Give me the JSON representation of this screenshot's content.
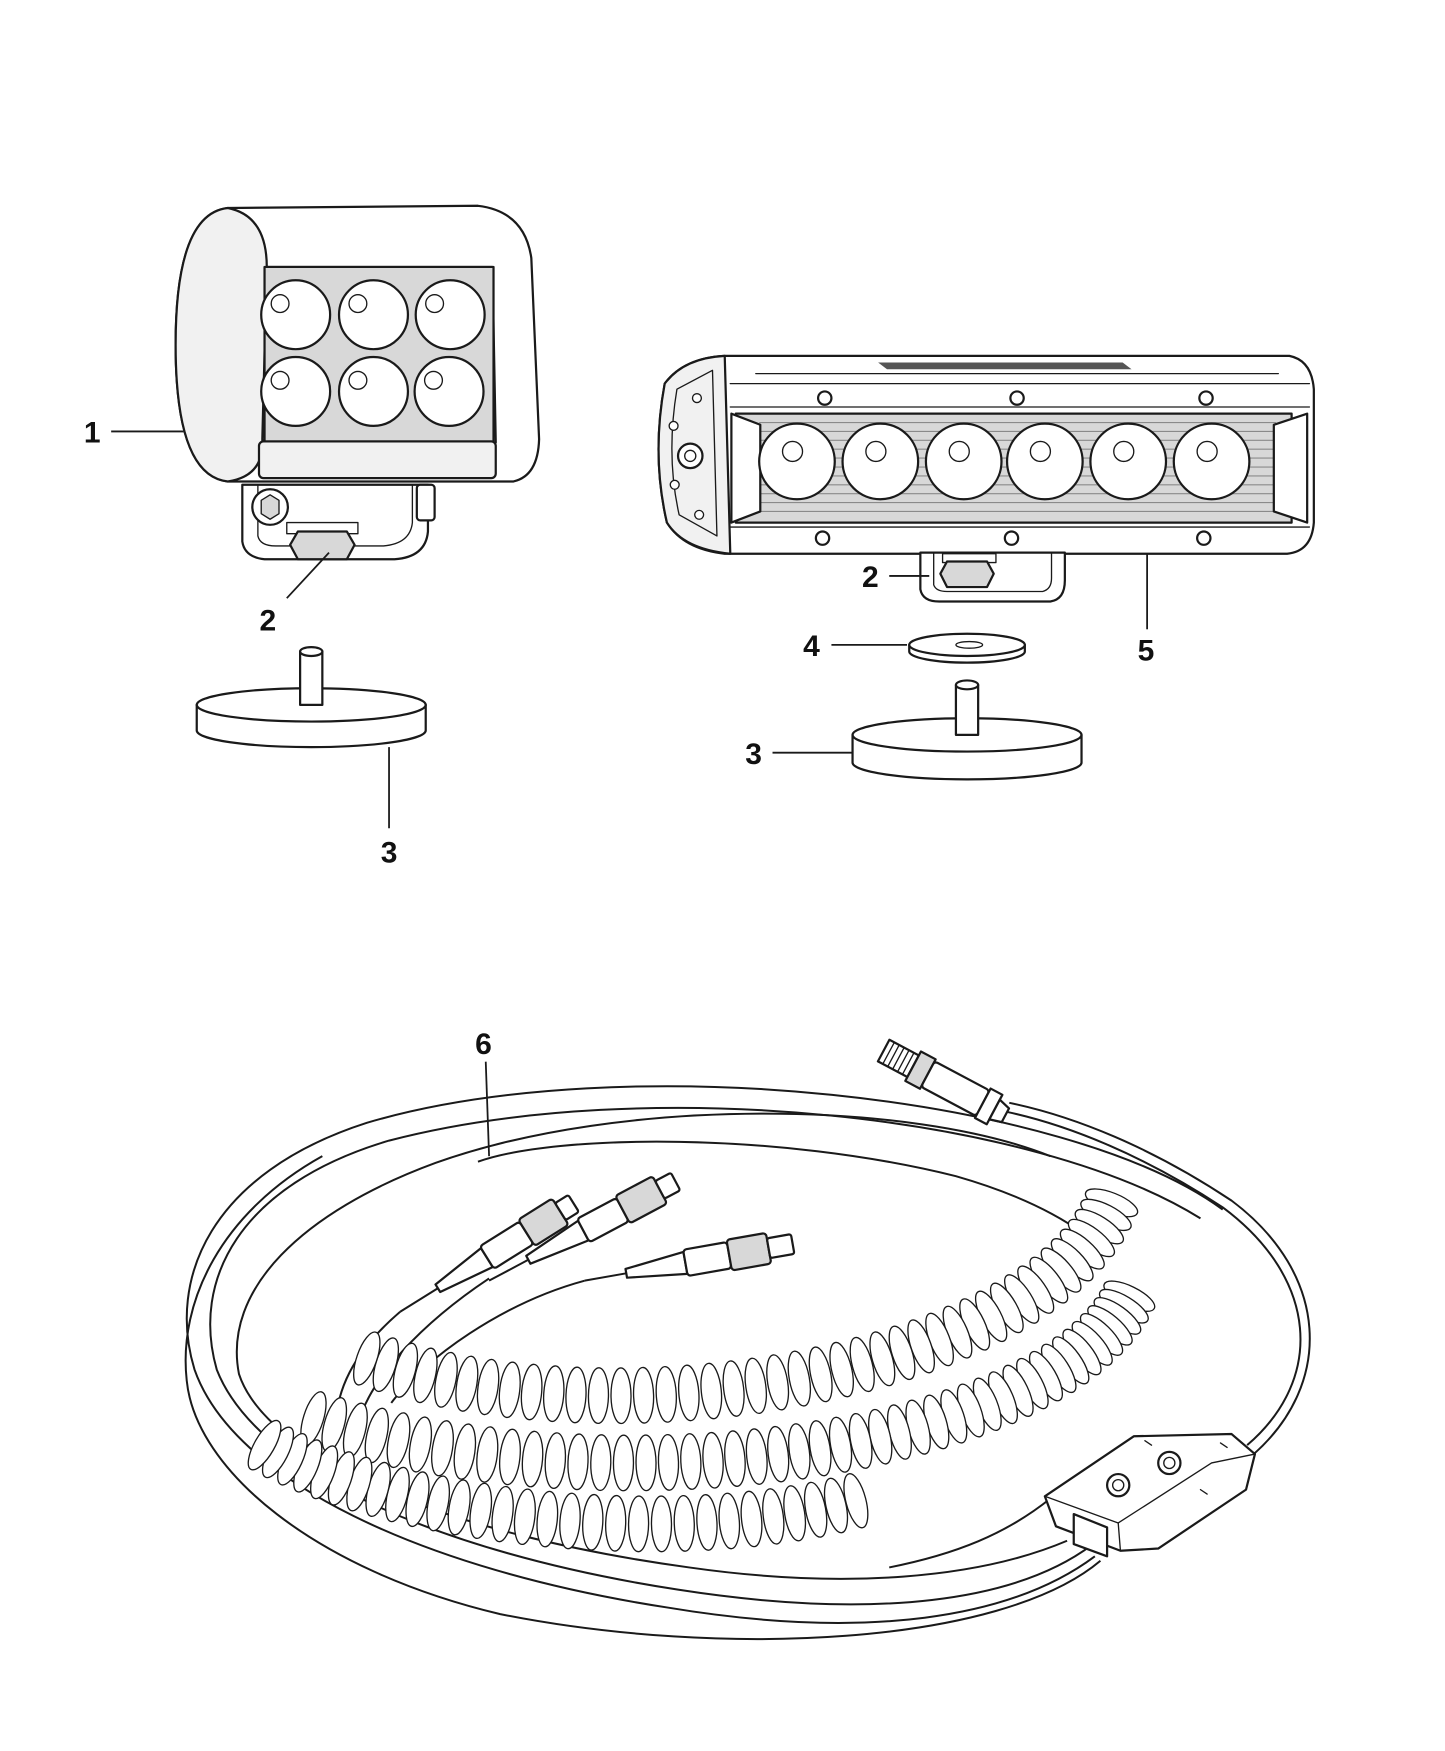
{
  "diagram": {
    "callouts": {
      "work_light": "1",
      "mount_bolt_left": "2",
      "magnetic_base_left": "3",
      "washer": "4",
      "light_bar": "5",
      "mount_bolt_right": "2",
      "magnetic_base_right": "3",
      "wiring_harness": "6"
    },
    "colors": {
      "line": "#1a1a1a",
      "fill": "#ffffff",
      "shade": "#d8d8d8"
    }
  }
}
